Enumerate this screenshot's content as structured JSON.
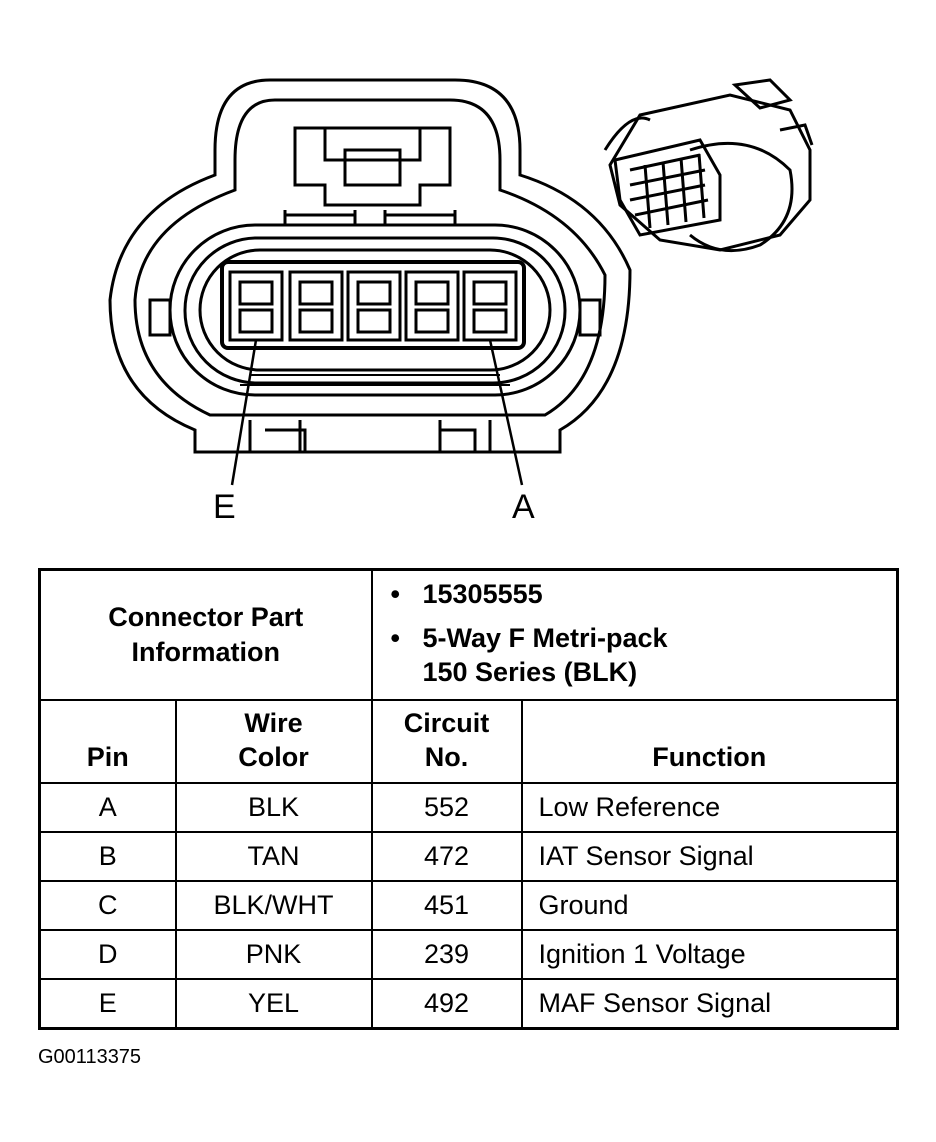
{
  "pin_labels": {
    "left": "E",
    "right": "A"
  },
  "connector_info": {
    "heading_line1": "Connector Part",
    "heading_line2": "Information",
    "items": [
      {
        "line1": "15305555",
        "line2": ""
      },
      {
        "line1": "5-Way F Metri-pack",
        "line2": "150 Series (BLK)"
      }
    ],
    "bullet": "•"
  },
  "columns": {
    "pin": "Pin",
    "wire_color_1": "Wire",
    "wire_color_2": "Color",
    "circuit_1": "Circuit",
    "circuit_2": "No.",
    "function": "Function"
  },
  "rows": [
    {
      "pin": "A",
      "color": "BLK",
      "circuit": "552",
      "function": "Low Reference"
    },
    {
      "pin": "B",
      "color": "TAN",
      "circuit": "472",
      "function": "IAT Sensor Signal"
    },
    {
      "pin": "C",
      "color": "BLK/WHT",
      "circuit": "451",
      "function": "Ground"
    },
    {
      "pin": "D",
      "color": "PNK",
      "circuit": "239",
      "function": "Ignition 1 Voltage"
    },
    {
      "pin": "E",
      "color": "YEL",
      "circuit": "492",
      "function": "MAF Sensor Signal"
    }
  ],
  "figure_id": "G00113375"
}
